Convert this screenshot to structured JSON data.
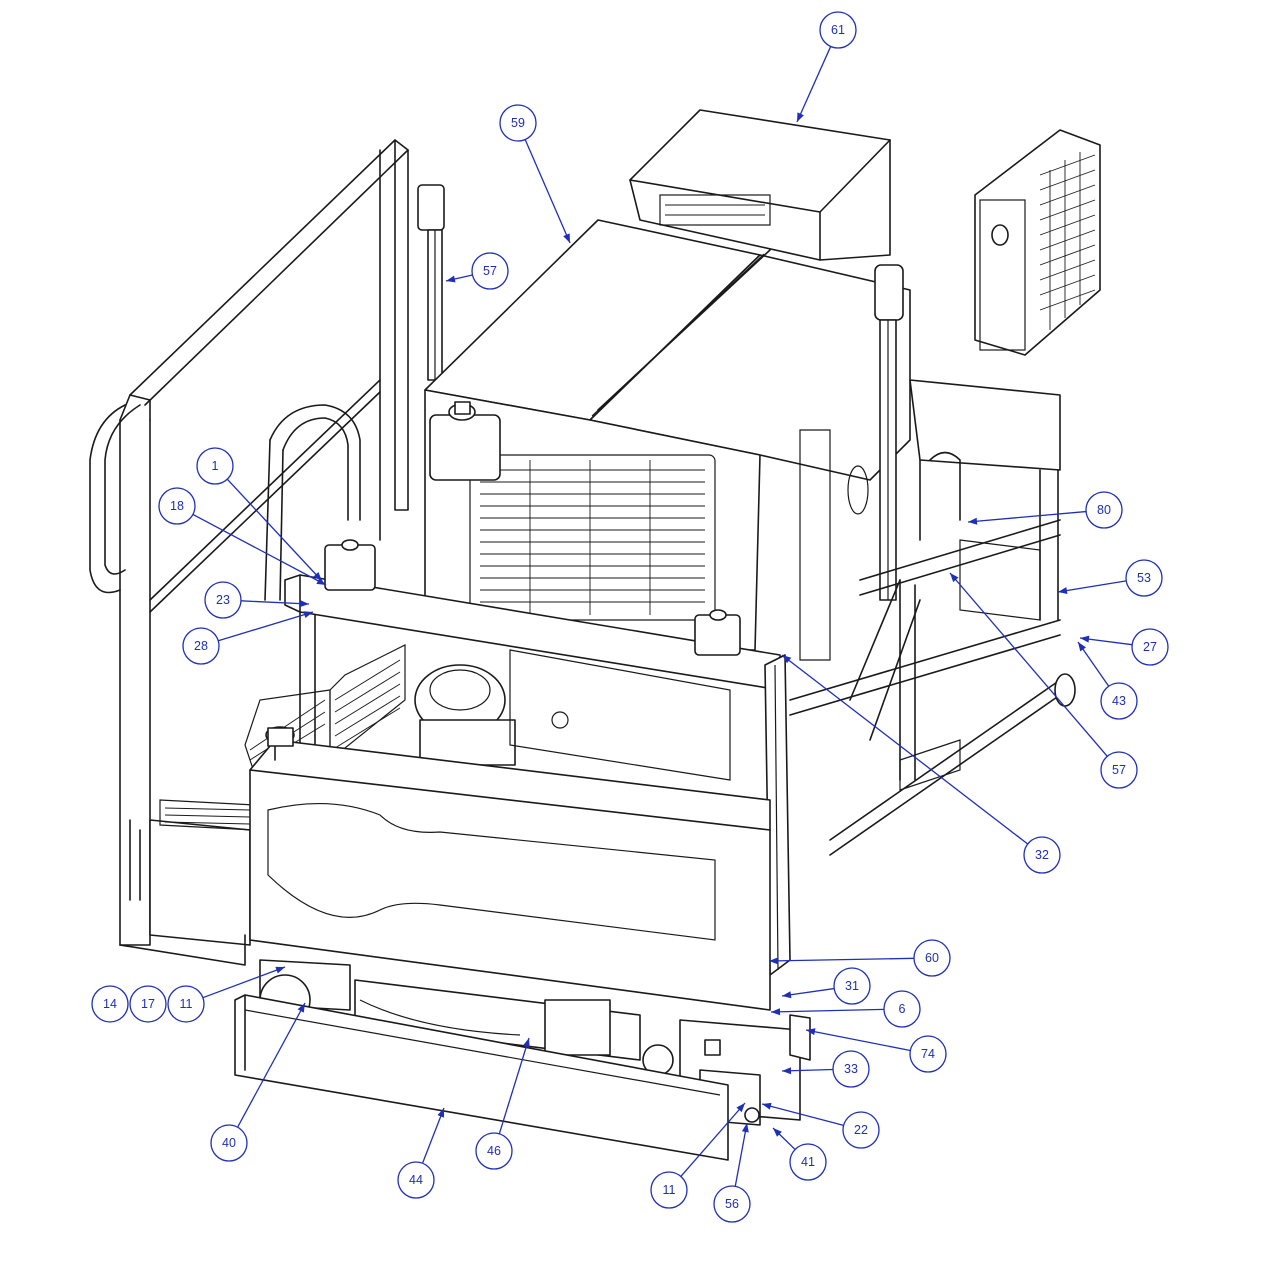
{
  "callouts": [
    {
      "id": "c61",
      "label": "61"
    },
    {
      "id": "c59",
      "label": "59"
    },
    {
      "id": "c57a",
      "label": "57"
    },
    {
      "id": "c1",
      "label": "1"
    },
    {
      "id": "c18",
      "label": "18"
    },
    {
      "id": "c23",
      "label": "23"
    },
    {
      "id": "c28",
      "label": "28"
    },
    {
      "id": "c80",
      "label": "80"
    },
    {
      "id": "c53",
      "label": "53"
    },
    {
      "id": "c27",
      "label": "27"
    },
    {
      "id": "c43",
      "label": "43"
    },
    {
      "id": "c57b",
      "label": "57"
    },
    {
      "id": "c32",
      "label": "32"
    },
    {
      "id": "c60",
      "label": "60"
    },
    {
      "id": "c31",
      "label": "31"
    },
    {
      "id": "c6",
      "label": "6"
    },
    {
      "id": "c74",
      "label": "74"
    },
    {
      "id": "c33",
      "label": "33"
    },
    {
      "id": "c22",
      "label": "22"
    },
    {
      "id": "c41",
      "label": "41"
    },
    {
      "id": "c56",
      "label": "56"
    },
    {
      "id": "c11b",
      "label": "11"
    },
    {
      "id": "c44",
      "label": "44"
    },
    {
      "id": "c46",
      "label": "46"
    },
    {
      "id": "c40",
      "label": "40"
    },
    {
      "id": "c14",
      "label": "14"
    },
    {
      "id": "c17",
      "label": "17"
    },
    {
      "id": "c11a",
      "label": "11"
    }
  ],
  "colors": {
    "callout": "#1f2fb8",
    "linework": "#1a1a1a",
    "background": "#ffffff"
  }
}
